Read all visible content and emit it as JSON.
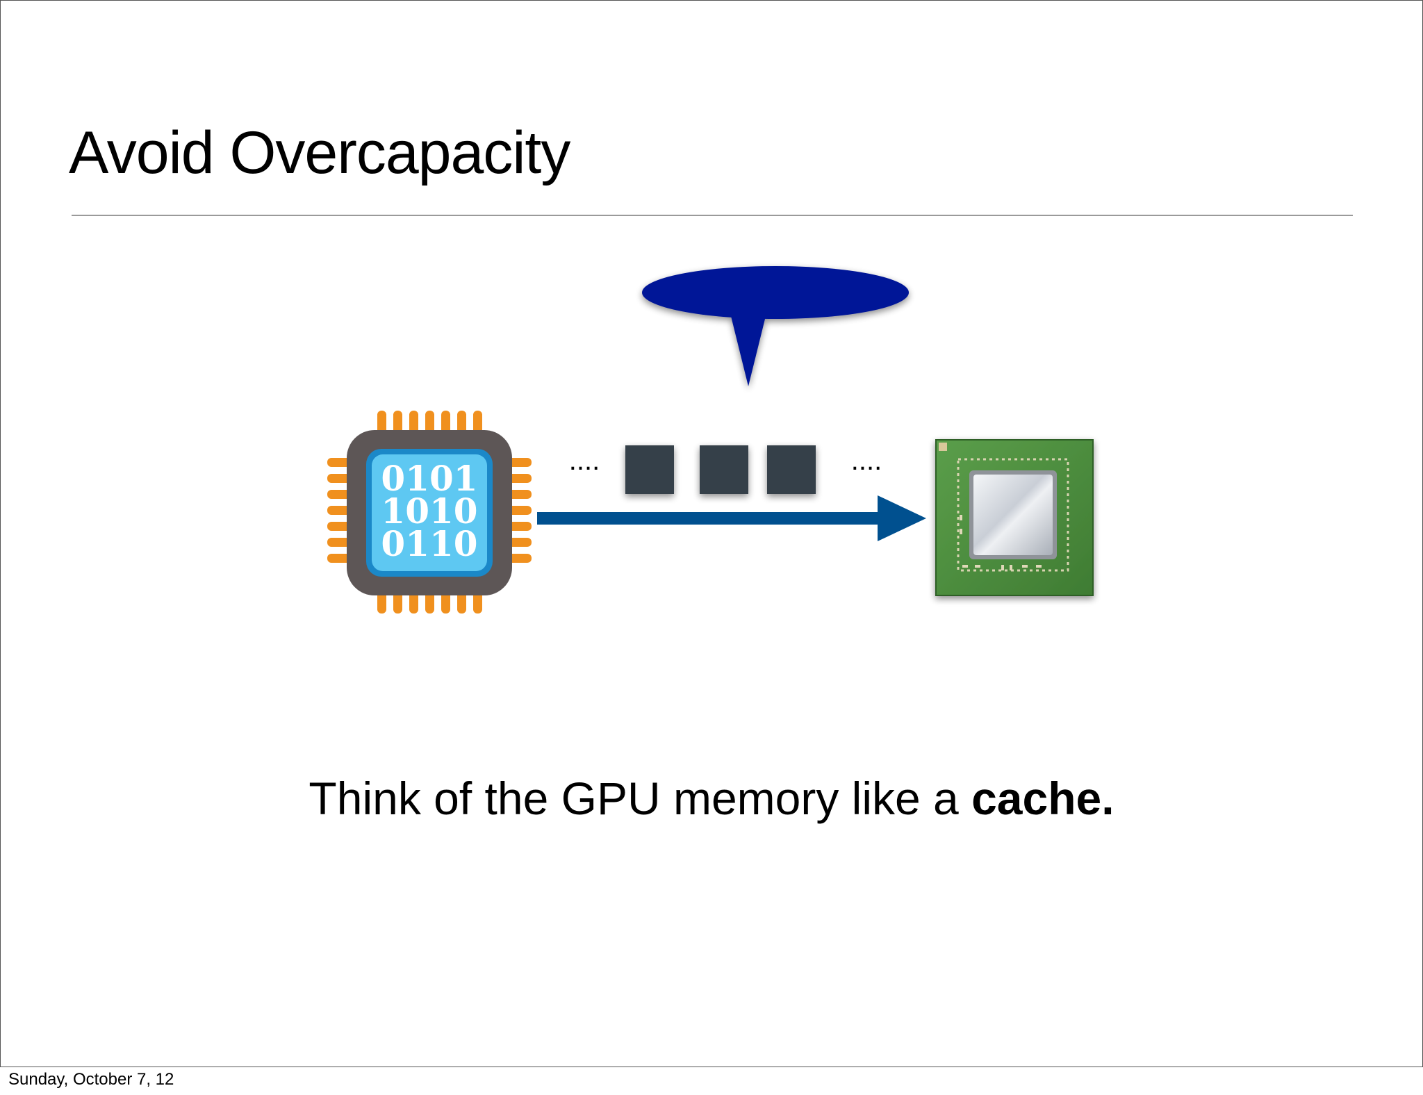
{
  "slide": {
    "title": "Avoid Overcapacity",
    "caption_prefix": "Think of the GPU memory like a ",
    "caption_emphasis": "cache.",
    "footer_date": "Sunday, October 7, 12"
  },
  "diagram": {
    "cpu_binary_lines": [
      "0101",
      "1010",
      "0110"
    ],
    "ellipsis_left": "....",
    "ellipsis_right": "....",
    "data_block_count": 3,
    "colors": {
      "cpu_pins": "#f0901e",
      "cpu_body": "#5d5656",
      "cpu_die": "#5ec8f2",
      "arrow": "#00508f",
      "speech_bubble": "#021697",
      "data_block": "#363f48",
      "gpu_board": "#4b8c3d"
    },
    "icons": [
      "cpu-chip-icon",
      "gpu-chip-icon",
      "speech-bubble-icon",
      "arrow-right-icon"
    ]
  }
}
